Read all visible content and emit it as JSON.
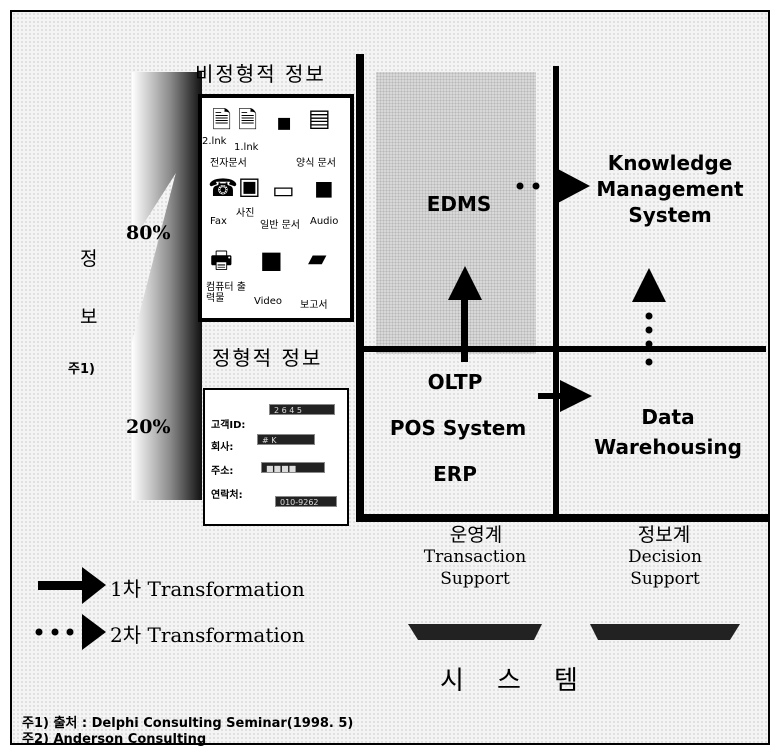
{
  "info_axis": {
    "unstructured": "비정형적 정보",
    "structured": "정형적 정보",
    "pct_unstructured": "80%",
    "pct_structured": "20%",
    "vertical_label": [
      "정",
      "보"
    ],
    "note_marker": "주1)"
  },
  "doc_icons": [
    {
      "label": "2.lnk",
      "icon": "shortcut-icon"
    },
    {
      "label": "1.lnk",
      "icon": "shortcut-icon"
    },
    {
      "label": "전자문서",
      "icon": "floppy-disk-icon"
    },
    {
      "label": "양식 문서",
      "icon": "form-document-icon"
    },
    {
      "label": "Fax",
      "icon": "fax-icon"
    },
    {
      "label": "사진",
      "icon": "photo-icon"
    },
    {
      "label": "일반 문서",
      "icon": "paper-icon"
    },
    {
      "label": "Audio",
      "icon": "audio-icon"
    },
    {
      "label": "컴퓨터 출력물",
      "icon": "printer-icon"
    },
    {
      "label": "Video",
      "icon": "video-camera-icon"
    },
    {
      "label": "보고서",
      "icon": "report-stack-icon"
    }
  ],
  "form_fields": [
    {
      "label": "고객ID:",
      "value": "2 6 4 5"
    },
    {
      "label": "회사:",
      "value": "# K"
    },
    {
      "label": "주소:",
      "value": "■■■■"
    },
    {
      "label": "연락처:",
      "value": "010-9262"
    }
  ],
  "systems": {
    "edms": "EDMS",
    "kms": [
      "Knowledge",
      "Management",
      "System"
    ],
    "oltp": "OLTP",
    "pos": "POS System",
    "erp": "ERP",
    "dw": [
      "Data",
      "Warehousing"
    ]
  },
  "bottom_axis": {
    "transaction_kor": "운영계",
    "transaction_eng": [
      "Transaction",
      "Support"
    ],
    "decision_kor": "정보계",
    "decision_eng": [
      "Decision",
      "Support"
    ],
    "system_label": "시    스    템"
  },
  "legend": {
    "solid_label": "1차 Transformation",
    "dotted_label": "2차 Transformation"
  },
  "footnotes": {
    "note1": "주1) 출처 : Delphi Consulting Seminar(1998. 5)",
    "note2": "주2) Anderson Consulting"
  },
  "colors": {
    "ink": "#000000",
    "shade": "#d8d8d8",
    "paper": "#f4f4f4"
  }
}
